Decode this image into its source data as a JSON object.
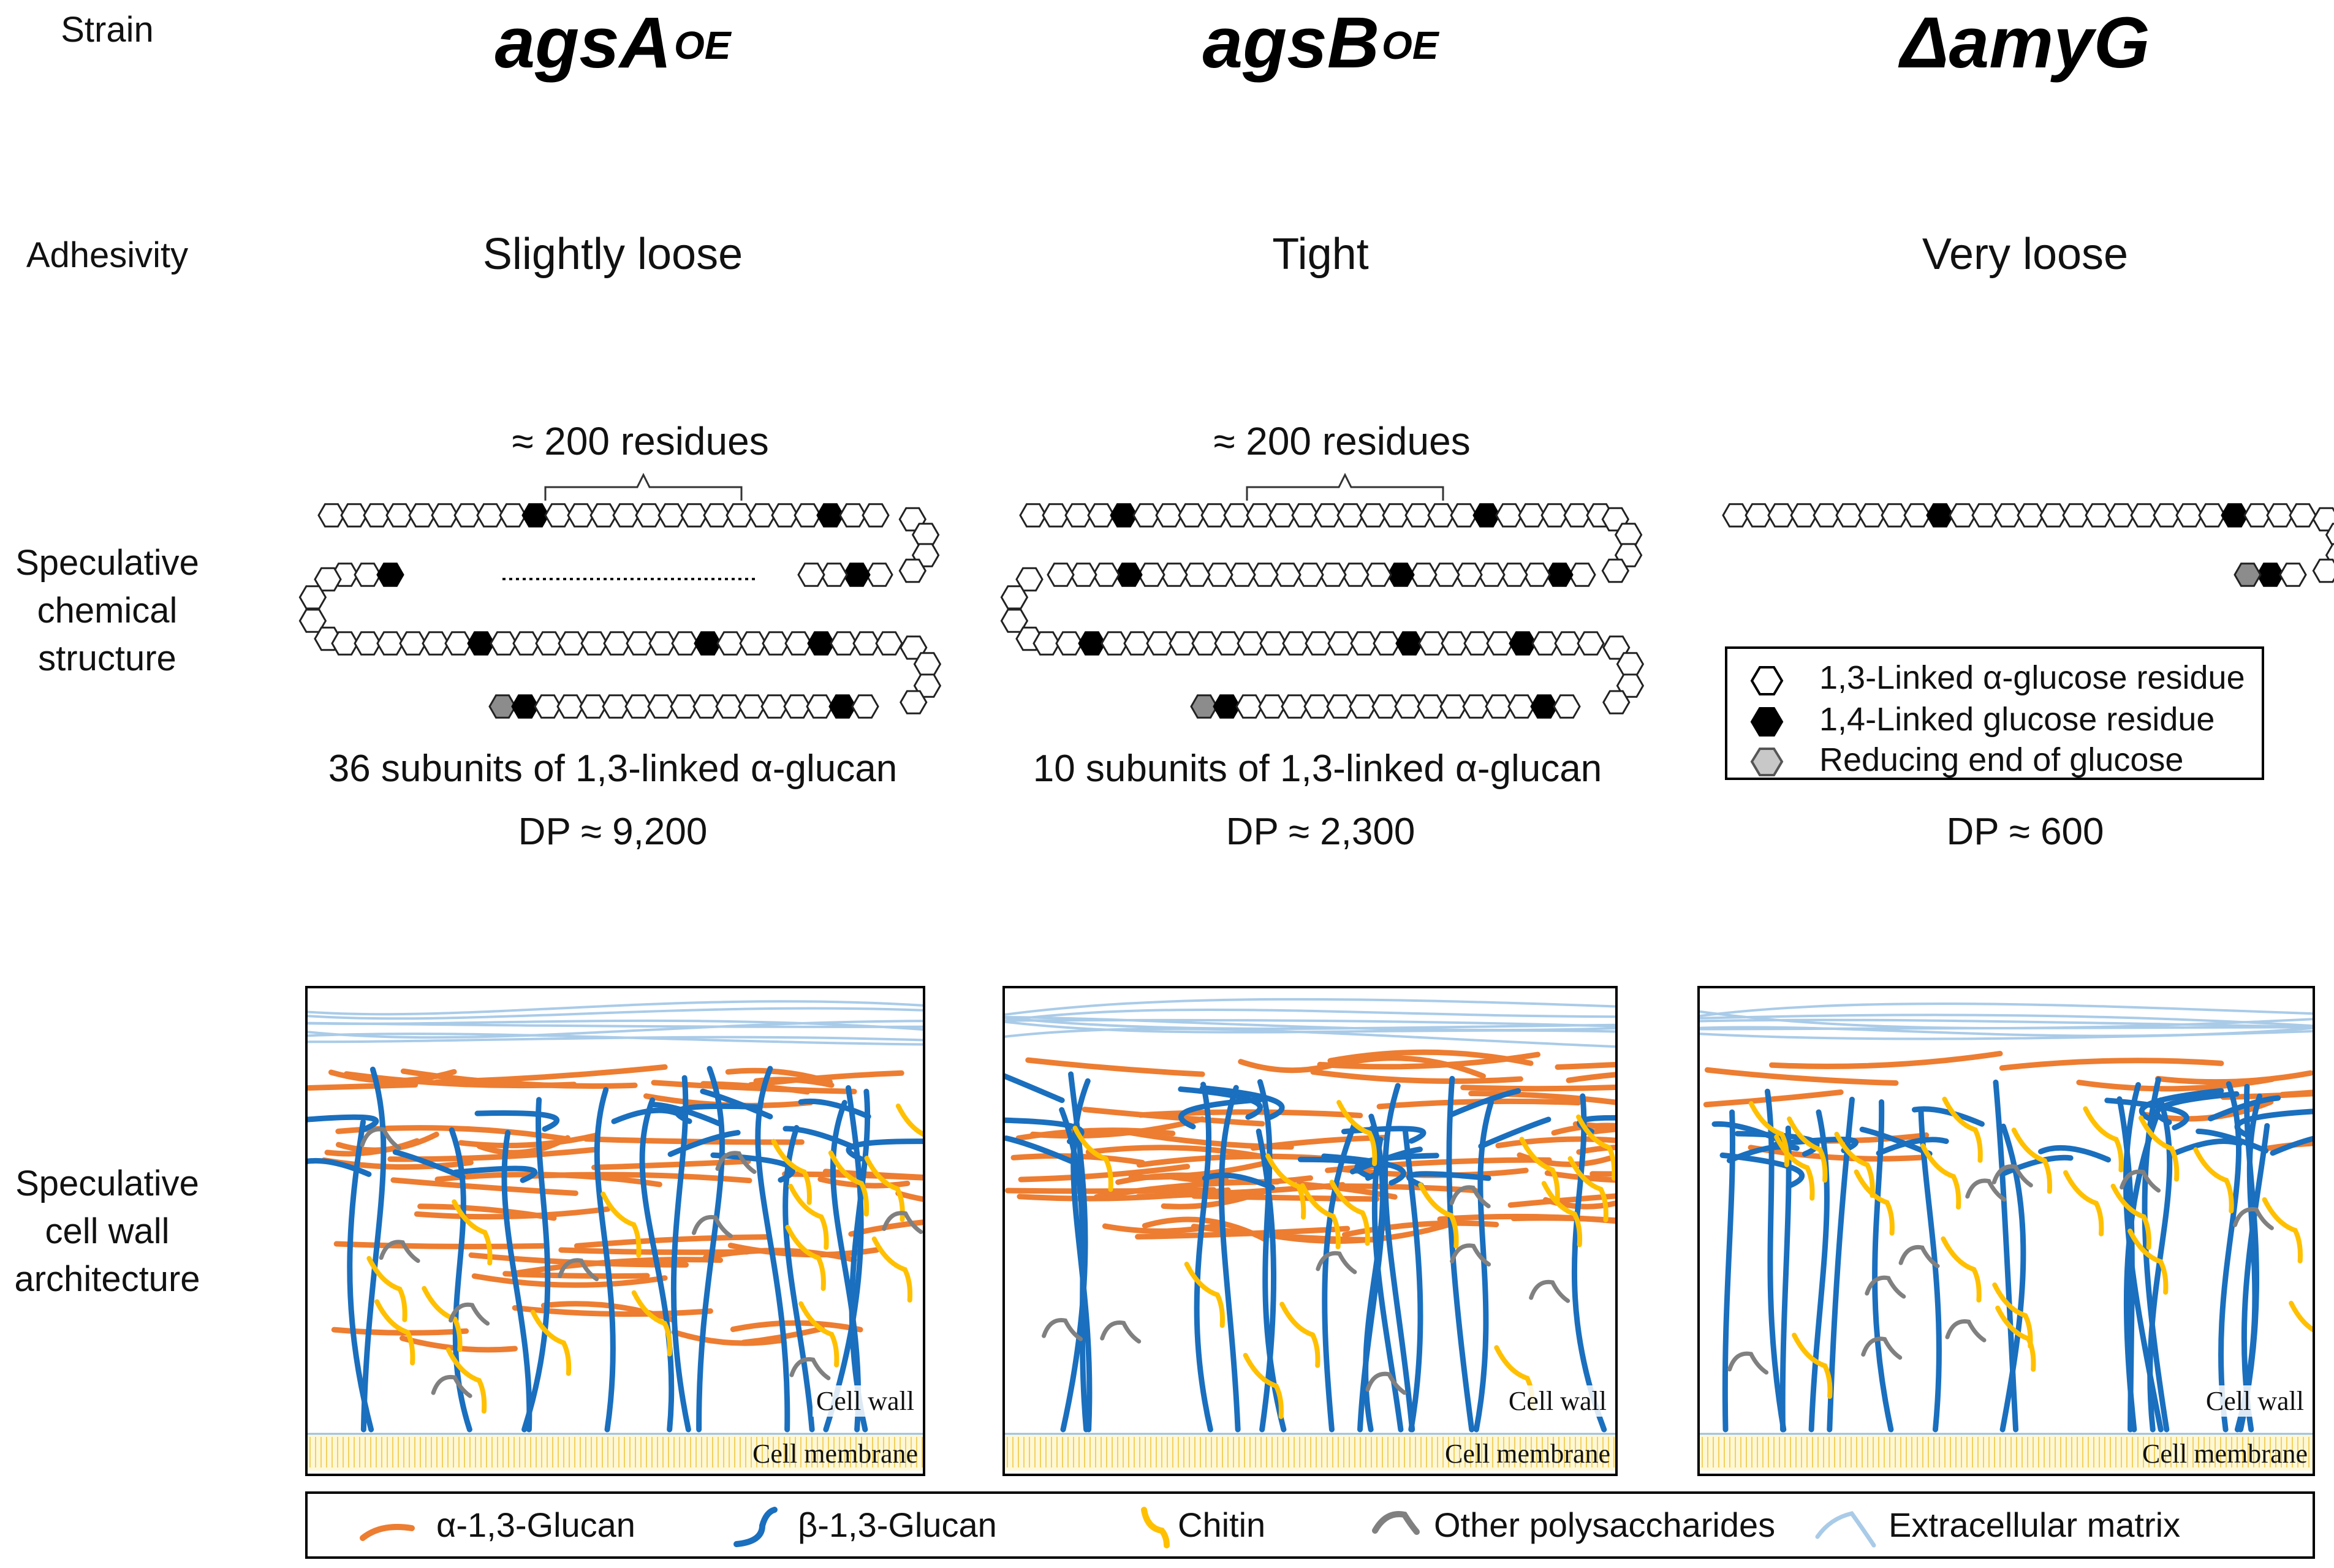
{
  "rows": {
    "strain": "Strain",
    "adhesivity": "Adhesivity",
    "chemical": [
      "Speculative",
      "chemical",
      "structure"
    ],
    "wall": [
      "Speculative",
      "cell wall",
      "architecture"
    ]
  },
  "strains": [
    {
      "name": "agsA",
      "sup": "OE",
      "adhesivity": "Slightly loose",
      "bracket": "≈ 200 residues",
      "subunits": "36 subunits of 1,3-linked  α-glucan",
      "dp": "DP ≈ 9,200"
    },
    {
      "name": "agsB",
      "sup": "OE",
      "adhesivity": "Tight",
      "bracket": "≈ 200 residues",
      "subunits": "10 subunits of 1,3-linked  α-glucan",
      "dp": "DP ≈ 2,300"
    },
    {
      "name": "ΔamyG",
      "sup": "",
      "adhesivity": "Very loose",
      "dp": "DP ≈ 600"
    }
  ],
  "residue_legend": [
    {
      "label": "1,3-Linked α-glucose residue",
      "fill": "#ffffff"
    },
    {
      "label": "1,4-Linked glucose residue",
      "fill": "#000000"
    },
    {
      "label": "Reducing end of glucose",
      "fill": "#a6a6a6"
    }
  ],
  "wall_labels": {
    "cell_wall": "Cell wall",
    "cell_membrane": "Cell membrane"
  },
  "component_legend": [
    {
      "label": "α-1,3-Glucan",
      "color": "#ed7d31"
    },
    {
      "label": "β-1,3-Glucan",
      "color": "#1a6fbe"
    },
    {
      "label": "Chitin",
      "color": "#ffc000"
    },
    {
      "label": "Other polysaccharides",
      "color": "#808080"
    },
    {
      "label": "Extracellular matrix",
      "color": "#a9cbe8"
    }
  ]
}
